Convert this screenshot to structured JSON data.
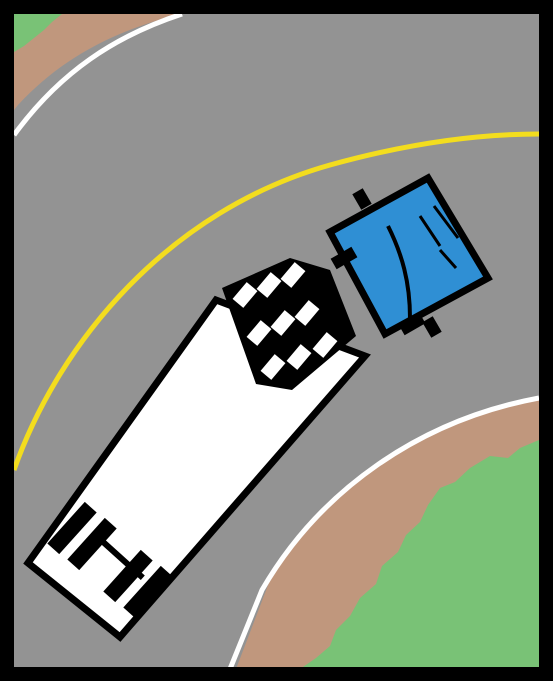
{
  "scene": {
    "description_free": true,
    "colors": {
      "frame": "#000000",
      "road": "#939393",
      "grass": "#79c276",
      "shoulder": "#c0977d",
      "edge_line": "#ffffff",
      "center_line": "#f3dd1e",
      "cab": "#2f8fd4",
      "trailer": "#ffffff",
      "outline": "#000000"
    },
    "icons": [
      "tractor-trailer-truck",
      "curved-road",
      "grass-area"
    ]
  }
}
